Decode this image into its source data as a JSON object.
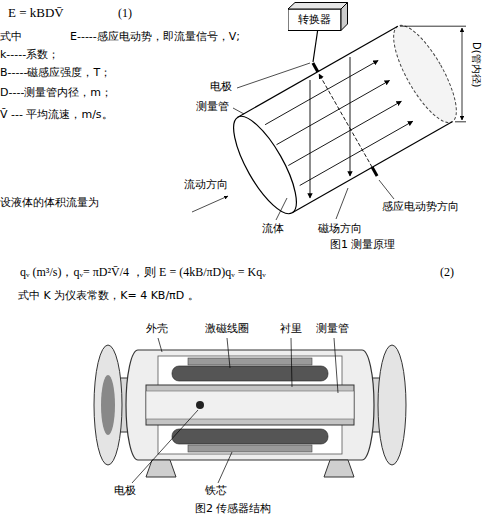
{
  "diagram": {
    "nodes": [
      {
        "text": [
          "转换器"
        ]
      }
    ],
    "labels": [
      "E = kBDV̄",
      "(1)",
      "式中",
      "E-----感应电动势，即流量信号，V;",
      "k-----系数；",
      "B-----磁感应强度，T；",
      "D----测量管内径，m；",
      "V̄ --- 平均流速，m/s。",
      "设液体的体积流量为",
      "qᵥ (m³/s)，qᵥ= πD²V̄/4 ，则 E = (4kB/πD)qᵥ = Kqᵥ",
      "(2)",
      "式中 K 为仪表常数，K= 4 KB/πD 。",
      "电极",
      "测量管",
      "D(管内径)",
      "流动方向",
      "流体",
      "磁场方向",
      "感应电动势方向",
      "图1  测量原理",
      "外壳",
      "激磁线圈",
      "衬里",
      "测量管",
      "电极",
      "铁芯",
      "图2  传感器结构"
    ]
  }
}
